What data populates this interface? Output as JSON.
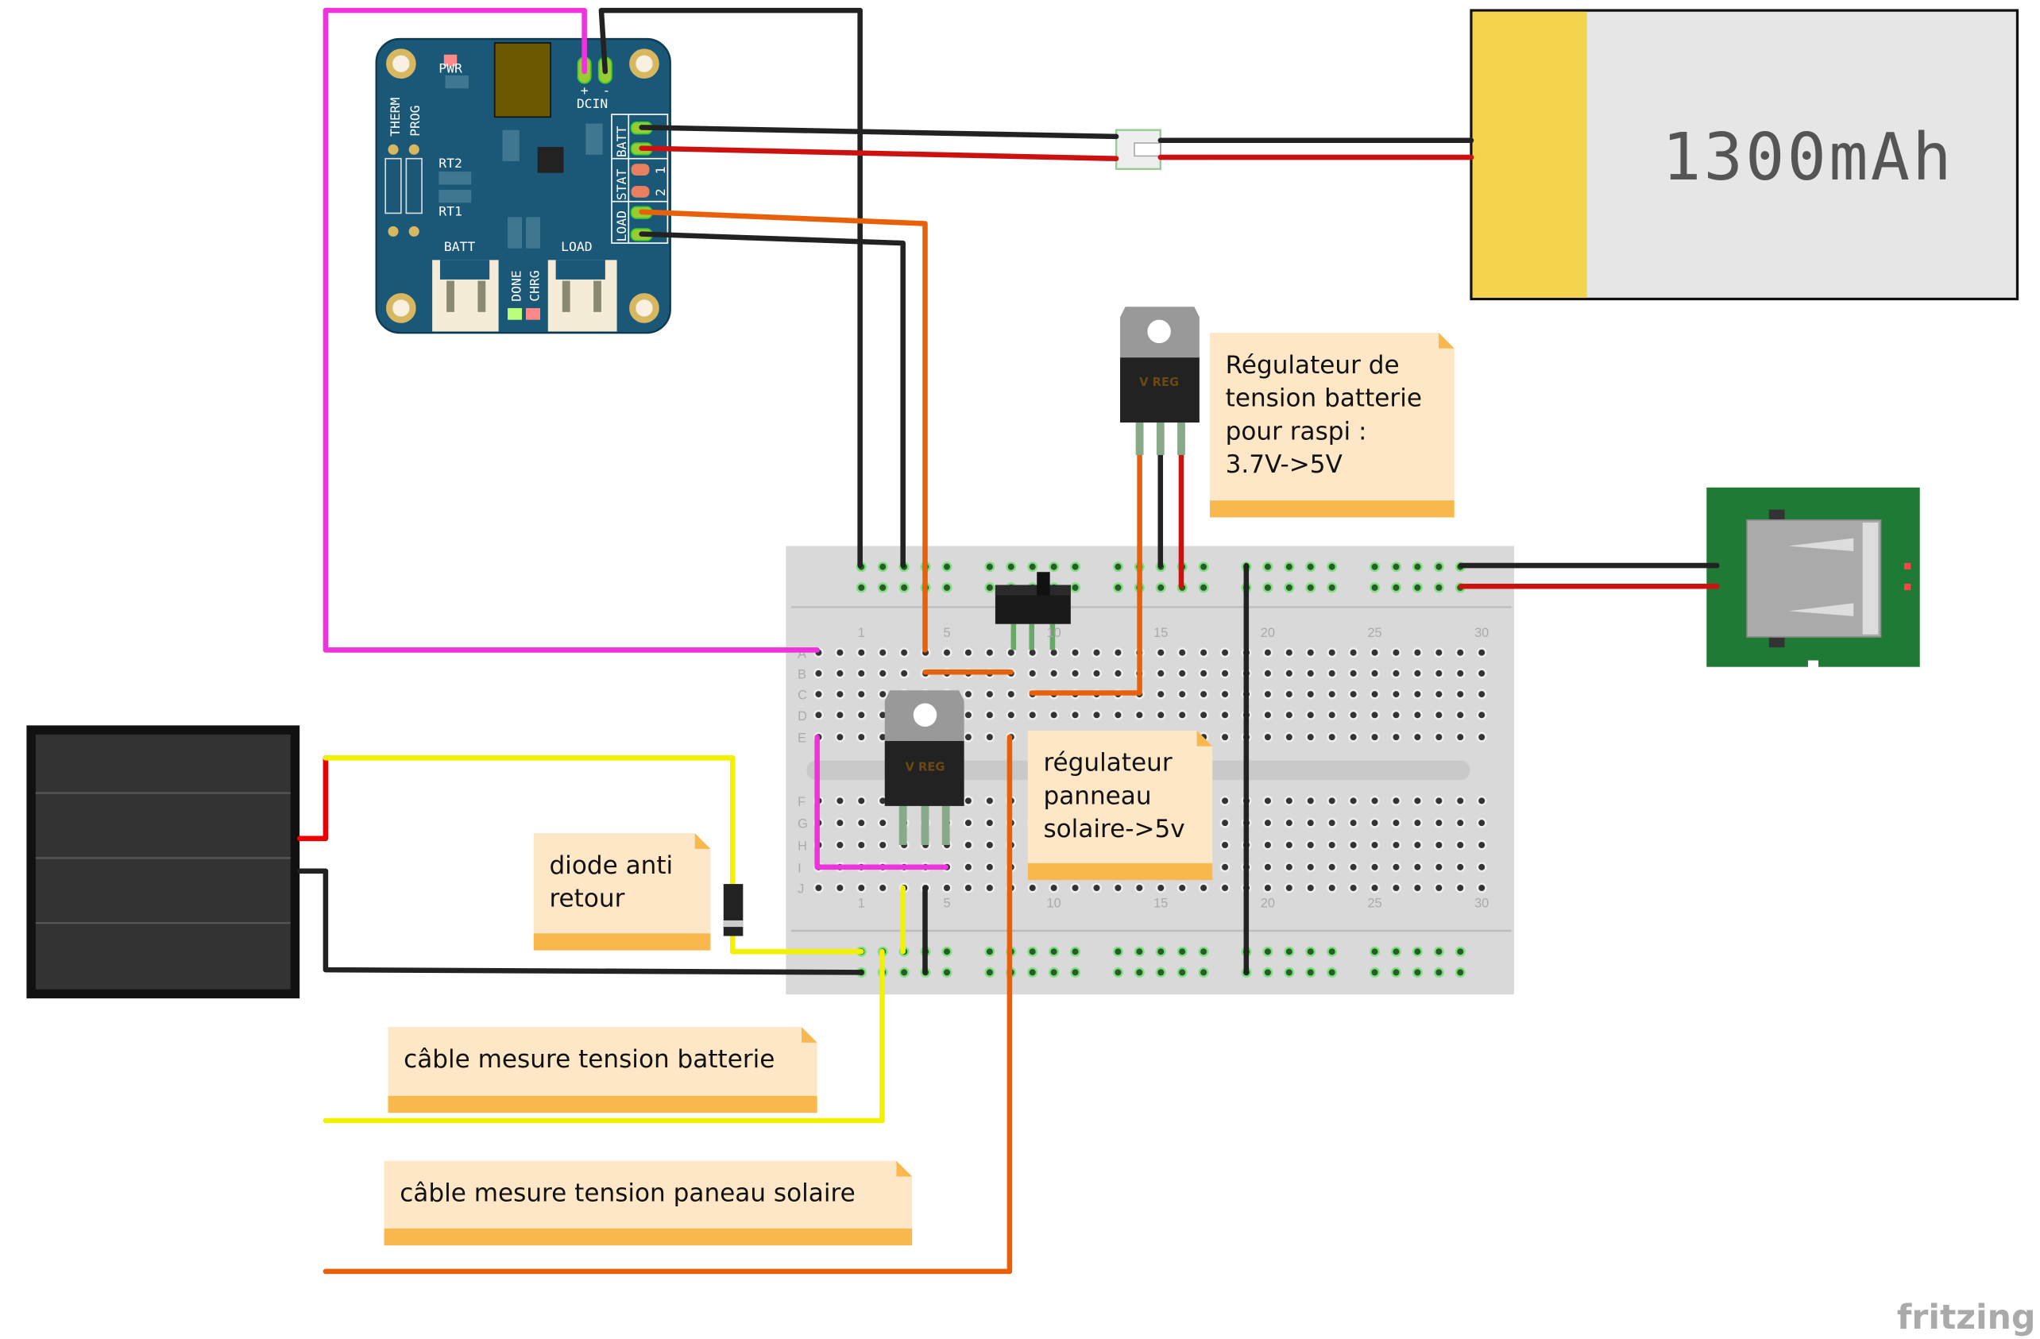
{
  "battery": {
    "label": "1300mAh",
    "colors": {
      "tab": "#f5d44d",
      "body": "#e6e6e6"
    }
  },
  "charger": {
    "labels": {
      "pwr": "PWR",
      "dcin": "DCIN",
      "plus": "+",
      "minus": "-",
      "therm": "THERM",
      "prog": "PROG",
      "rt2": "RT2",
      "rt1": "RT1",
      "batt_jst": "BATT",
      "load_jst": "LOAD",
      "done": "DONE",
      "chrg": "CHRG",
      "side_batt": "BATT",
      "side_stat": "STAT",
      "side_load": "LOAD",
      "stat1": "1",
      "stat2": "2"
    },
    "color": "#1b5878"
  },
  "regulator_label": "V REG",
  "notes": {
    "battery_regulator": [
      "Régulateur de",
      "tension batterie",
      "pour raspi :",
      "3.7V->5V"
    ],
    "solar_regulator": [
      "régulateur",
      "panneau",
      "solaire->5v"
    ],
    "diode": [
      "diode anti",
      "retour"
    ],
    "battery_cable": [
      "câble mesure tension batterie"
    ],
    "solar_cable": [
      "câble mesure tension paneau solaire"
    ]
  },
  "breadboard": {
    "row_letters": [
      "A",
      "B",
      "C",
      "D",
      "E",
      "F",
      "G",
      "H",
      "I",
      "J"
    ],
    "column_labels": [
      "1",
      "5",
      "10",
      "15",
      "20",
      "25",
      "30"
    ]
  },
  "wire_colors": {
    "black": "#222222",
    "red": "#cc1111",
    "orange": "#e8600a",
    "pink": "#ee33dd",
    "yellow": "#f2f200"
  },
  "logo": "fritzing"
}
